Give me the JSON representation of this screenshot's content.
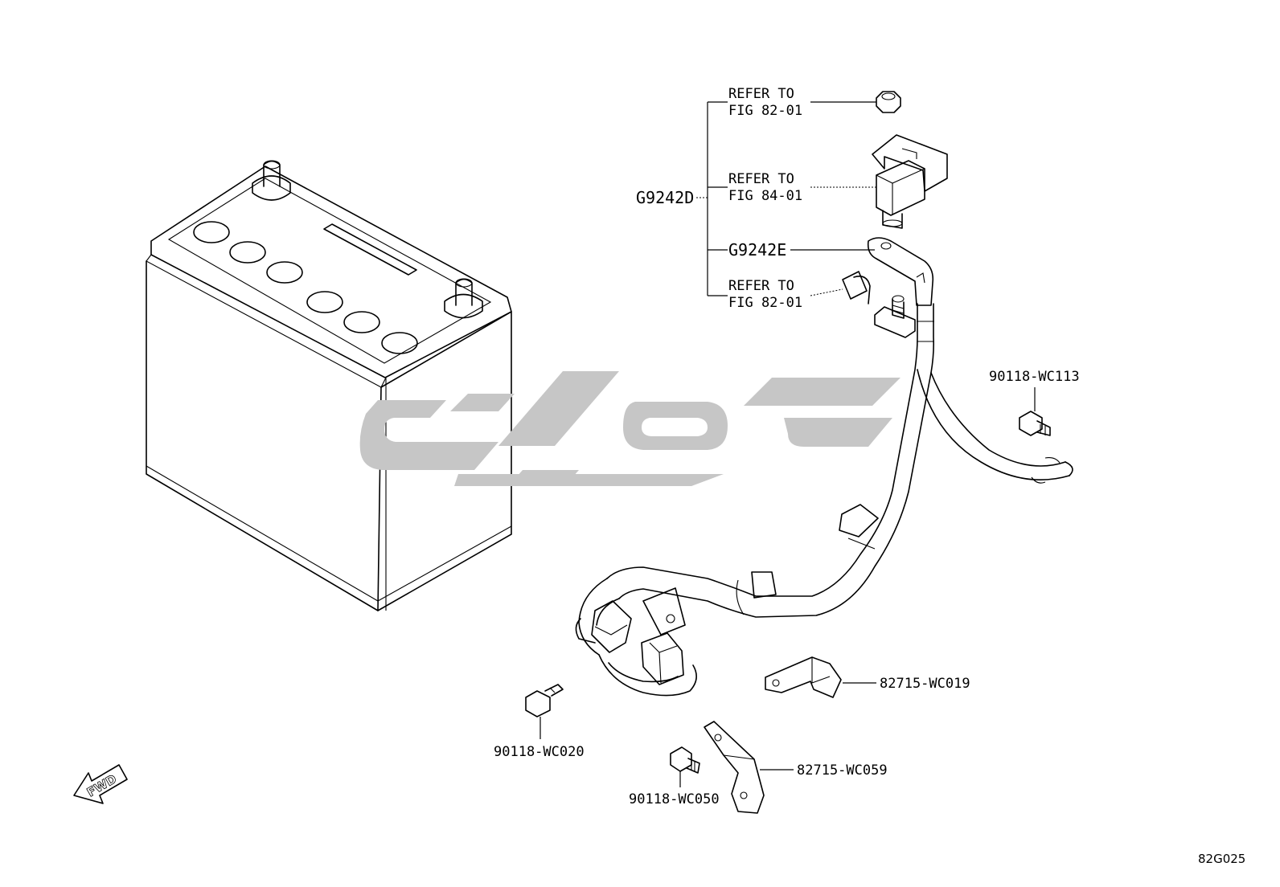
{
  "labels": {
    "refer1": [
      "REFER TO",
      "FIG 82-01"
    ],
    "refer2": [
      "REFER TO",
      "FIG 84-01"
    ],
    "refer3": [
      "REFER TO",
      "FIG 82-01"
    ],
    "g9242d": "G9242D",
    "g9242e": "G9242E",
    "wc113": "90118-WC113",
    "wc019": "82715-WC019",
    "wc020": "90118-WC020",
    "wc059": "82715-WC059",
    "wc050": "90118-WC050",
    "fwd": "FWD",
    "figure_code": "82G025"
  },
  "icons": {
    "fwd": "fwd-arrow-icon",
    "watermark": "brand-watermark-logo"
  },
  "colors": {
    "line": "#000000",
    "watermark": "#c6c6c6",
    "background": "#ffffff"
  }
}
